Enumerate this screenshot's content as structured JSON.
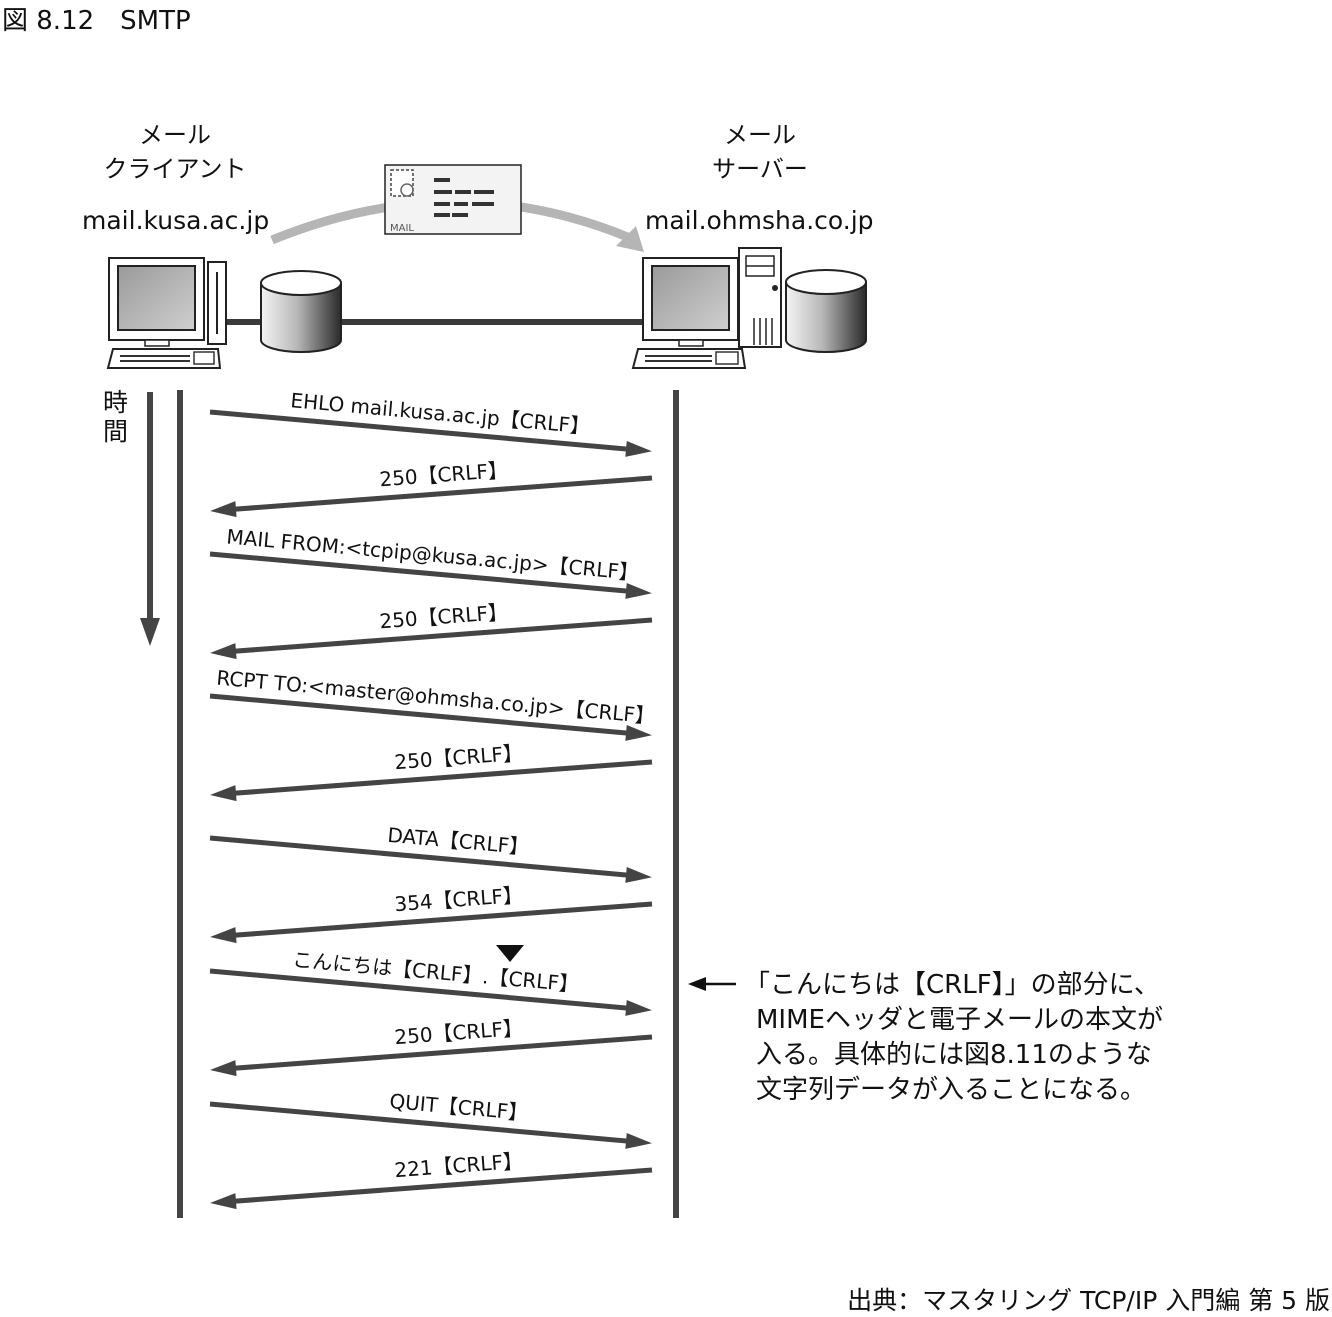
{
  "figure_title": "図 8.12　SMTP",
  "client": {
    "role_line1": "メール",
    "role_line2": "クライアント",
    "hostname": "mail.kusa.ac.jp"
  },
  "server": {
    "role_line1": "メール",
    "role_line2": "サーバー",
    "hostname": "mail.ohmsha.co.jp"
  },
  "envelope_label": "MAIL",
  "time_label": "時間",
  "messages": [
    {
      "direction": "client-to-server",
      "text": "EHLO mail.kusa.ac.jp【CRLF】"
    },
    {
      "direction": "server-to-client",
      "text": "250【CRLF】"
    },
    {
      "direction": "client-to-server",
      "text": "MAIL FROM:<tcpip@kusa.ac.jp>【CRLF】"
    },
    {
      "direction": "server-to-client",
      "text": "250【CRLF】"
    },
    {
      "direction": "client-to-server",
      "text": "RCPT TO:<master@ohmsha.co.jp>【CRLF】"
    },
    {
      "direction": "server-to-client",
      "text": "250【CRLF】"
    },
    {
      "direction": "client-to-server",
      "text": "DATA【CRLF】"
    },
    {
      "direction": "server-to-client",
      "text": "354【CRLF】"
    },
    {
      "direction": "client-to-server",
      "text": "こんにちは【CRLF】.【CRLF】"
    },
    {
      "direction": "server-to-client",
      "text": "250【CRLF】"
    },
    {
      "direction": "client-to-server",
      "text": "QUIT【CRLF】"
    },
    {
      "direction": "server-to-client",
      "text": "221【CRLF】"
    }
  ],
  "note": {
    "line1": "「こんにちは【CRLF】」の部分に、",
    "line2": "MIMEヘッダと電子メールの本文が",
    "line3": "入る。具体的には図8.11のような",
    "line4": "文字列データが入ることになる。"
  },
  "source": "出典：マスタリング TCP/IP 入門編 第 5 版"
}
